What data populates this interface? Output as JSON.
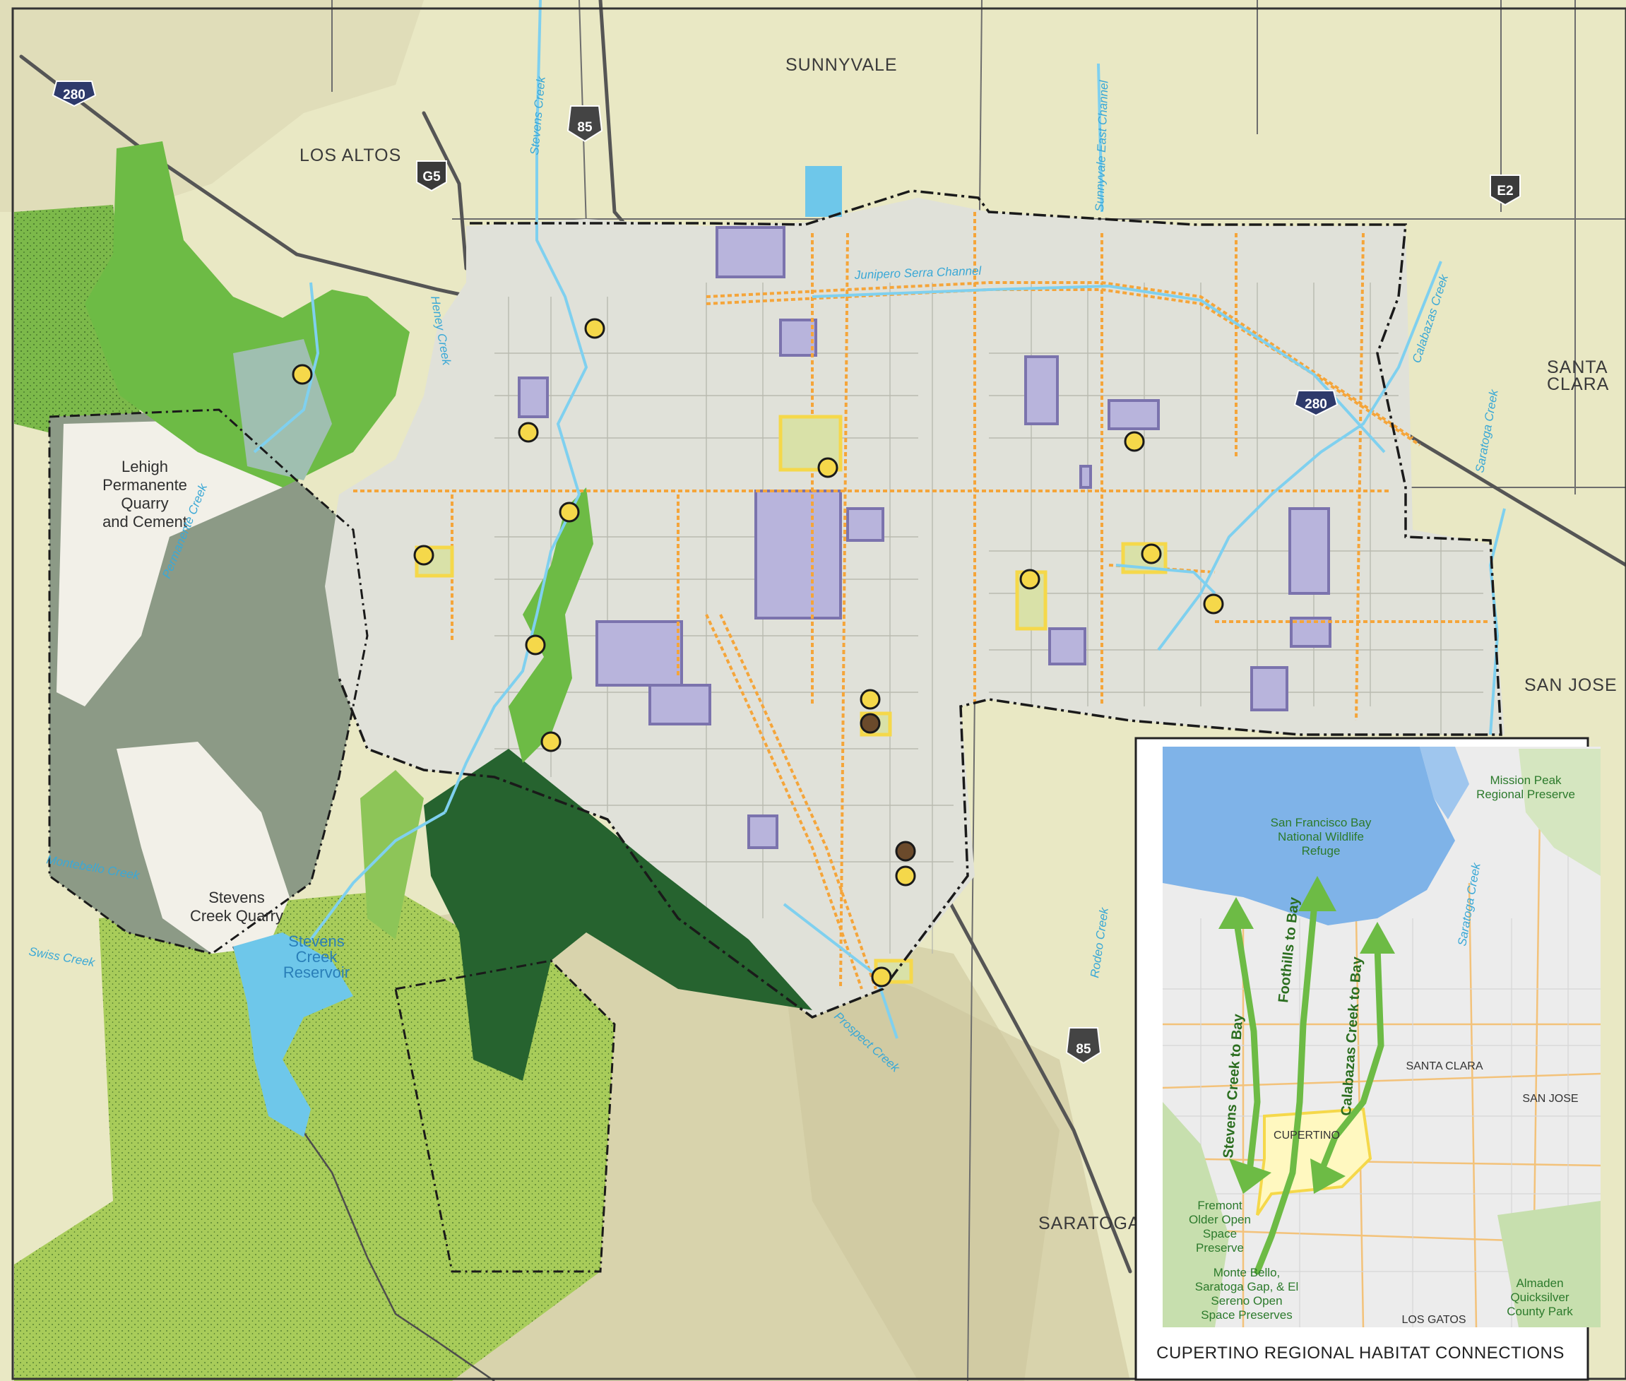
{
  "cities": {
    "sunnyvale": "SUNNYVALE",
    "los_altos": "LOS ALTOS",
    "santa_clara_1": "SANTA",
    "santa_clara_2": "CLARA",
    "san_jose": "SAN JOSE",
    "saratoga": "SARATOGA"
  },
  "places": {
    "quarry_1": "Lehigh",
    "quarry_2": "Permanente",
    "quarry_3": "Quarry",
    "quarry_4": "and Cement",
    "stevens_quarry_1": "Stevens",
    "stevens_quarry_2": "Creek Quarry",
    "reservoir_1": "Stevens",
    "reservoir_2": "Creek",
    "reservoir_3": "Reservoir"
  },
  "creeks": {
    "stevens": "Stevens Creek",
    "sunnyvale_east": "Sunnyvale East Channel",
    "junipero": "Junipero Serra Channel",
    "heney": "Heney Creek",
    "permanente": "Permanente Creek",
    "montebello": "Montebello Creek",
    "swiss": "Swiss Creek",
    "prospect": "Prospect Creek",
    "calabazas": "Calabazas Creek",
    "saratoga": "Saratoga Creek",
    "rodeo": "Rodeo Creek"
  },
  "highways": {
    "i280_a": "280",
    "sr85_a": "85",
    "g5": "G5",
    "e2": "E2",
    "i280_b": "280",
    "sr85_b": "85"
  },
  "inset": {
    "title": "CUPERTINO REGIONAL HABITAT CONNECTIONS",
    "sf_bay_1": "San Francisco Bay",
    "sf_bay_2": "National Wildlife",
    "sf_bay_3": "Refuge",
    "mission_1": "Mission Peak",
    "mission_2": "Regional Preserve",
    "fremont_1": "Fremont",
    "fremont_2": "Older Open",
    "fremont_3": "Space",
    "fremont_4": "Preserve",
    "monte_1": "Monte Bello,",
    "monte_2": "Saratoga Gap, & El",
    "monte_3": "Sereno Open",
    "monte_4": "Space Preserves",
    "almaden_1": "Almaden",
    "almaden_2": "Quicksilver",
    "almaden_3": "County Park",
    "cupertino": "CUPERTINO",
    "santa_clara": "SANTA CLARA",
    "san_jose": "SAN JOSE",
    "los_gatos": "LOS GATOS",
    "saratoga_creek": "Saratoga Creek",
    "arrow_stevens": "Stevens Creek to Bay",
    "arrow_foothills": "Foothills to Bay",
    "arrow_calabazas": "Calabazas Creek to Bay"
  },
  "colors": {
    "background_land": "#e8e7c2",
    "urban": "#dfe0d8",
    "open_space_light": "#a8cc5a",
    "open_space_mid": "#6dbb45",
    "open_space_dark": "#26632f",
    "quarry_grey": "#8a9a85",
    "parcel_purple": "#b8b4dc",
    "corridor_orange": "#f5a53a",
    "water": "#6ec7ea",
    "park_yellow": "#f5d84a"
  }
}
